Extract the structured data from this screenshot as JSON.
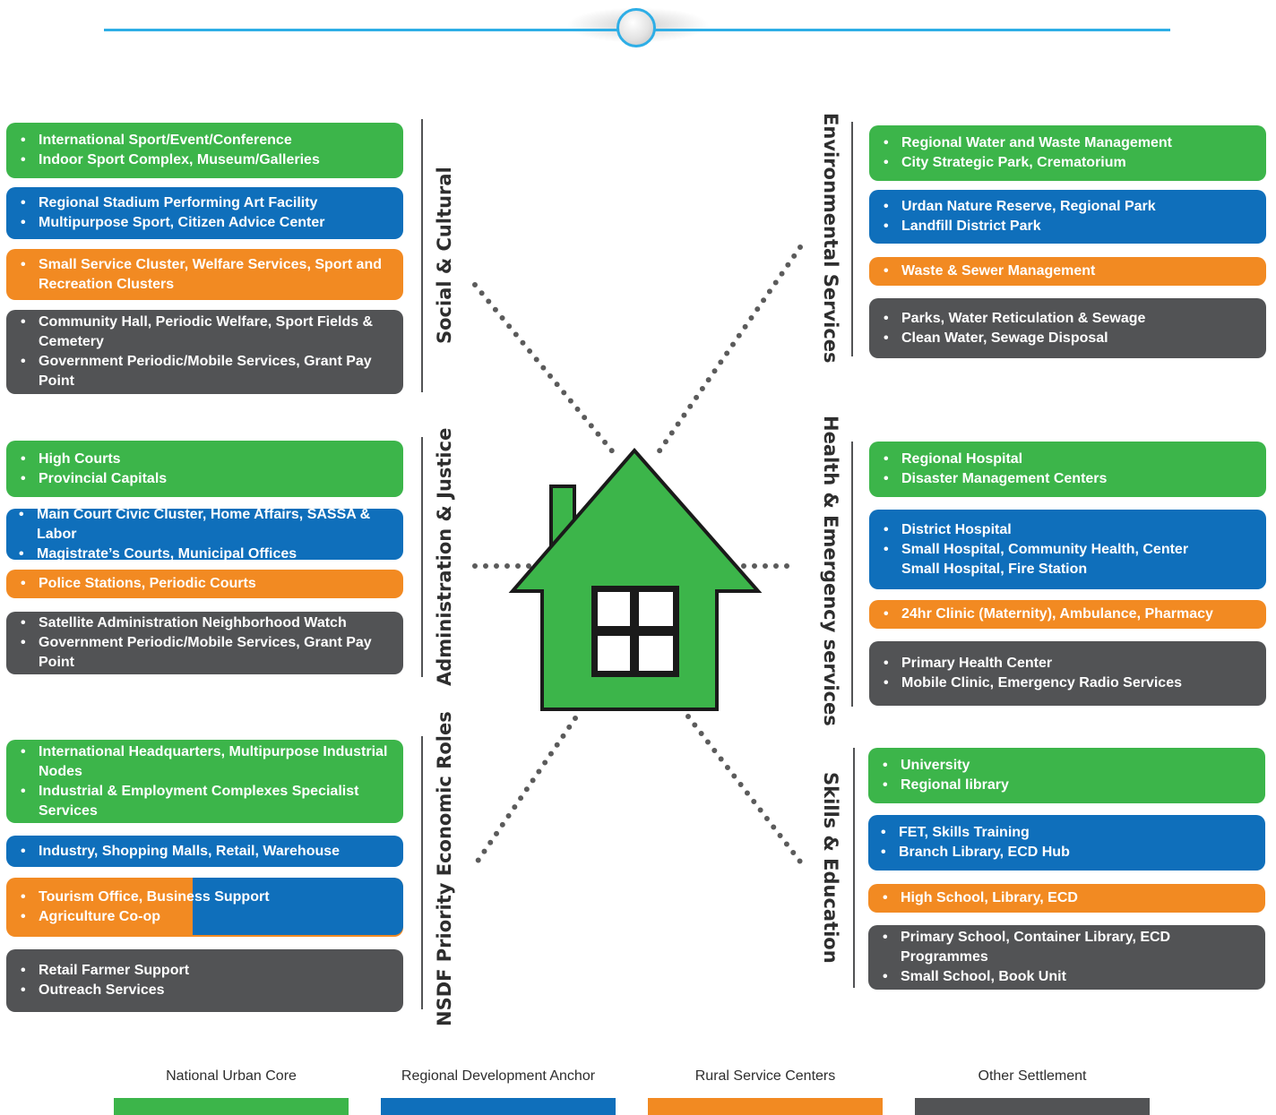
{
  "categories": {
    "social": "Social & Cultural",
    "admin": "Administration & Justice",
    "economic": "NSDF Priority Economic Roles",
    "environmental": "Environmental Services",
    "health": "Health & Emergency services",
    "skills": "Skills & Education"
  },
  "social": {
    "green": [
      "International Sport/Event/Conference",
      "Indoor Sport Complex, Museum/Galleries"
    ],
    "blue": [
      "Regional Stadium Performing Art Facility",
      "Multipurpose Sport, Citizen Advice Center"
    ],
    "orange": [
      "Small Service Cluster, Welfare Services, Sport and Recreation Clusters"
    ],
    "gray": [
      "Community Hall, Periodic Welfare, Sport Fields & Cemetery",
      "Government Periodic/Mobile Services, Grant Pay Point"
    ]
  },
  "admin": {
    "green": [
      "High Courts",
      "Provincial Capitals"
    ],
    "blue": [
      "Main Court Civic Cluster, Home Affairs, SASSA & Labor",
      "Magistrate’s Courts, Municipal Offices"
    ],
    "orange": [
      "Police Stations, Periodic Courts"
    ],
    "gray": [
      "Satellite Administration Neighborhood Watch",
      "Government Periodic/Mobile Services, Grant Pay Point"
    ]
  },
  "economic": {
    "green": [
      "International Headquarters, Multipurpose Industrial Nodes",
      "Industrial & Employment Complexes Specialist Services"
    ],
    "blue": [
      "Industry, Shopping Malls, Retail, Warehouse"
    ],
    "orange": [
      "Tourism Office, Business Support",
      "Agriculture Co-op"
    ],
    "gray": [
      "Retail Farmer Support",
      "Outreach Services"
    ]
  },
  "environmental": {
    "green": [
      "Regional Water and Waste Management",
      "City Strategic Park, Crematorium"
    ],
    "blue": [
      "Urdan Nature Reserve, Regional Park",
      "Landfill District Park"
    ],
    "orange": [
      "Waste & Sewer Management"
    ],
    "gray": [
      "Parks, Water Reticulation & Sewage",
      "Clean Water, Sewage Disposal"
    ]
  },
  "health": {
    "green": [
      "Regional Hospital",
      "Disaster Management Centers"
    ],
    "blue": [
      "District Hospital",
      "Small Hospital, Community Health, Center",
      "Small Hospital, Fire Station"
    ],
    "orange": [
      "24hr Clinic (Maternity), Ambulance, Pharmacy"
    ],
    "gray": [
      "Primary Health Center",
      "Mobile Clinic, Emergency Radio Services"
    ]
  },
  "skills": {
    "green": [
      "University",
      "Regional library"
    ],
    "blue": [
      "FET, Skills Training",
      "Branch Library, ECD Hub"
    ],
    "orange": [
      "High School, Library, ECD"
    ],
    "gray": [
      "Primary School, Container Library, ECD Programmes",
      "Small School, Book Unit"
    ]
  },
  "legend": [
    {
      "label": "National Urban Core",
      "color": "#3cb54a"
    },
    {
      "label": "Regional Development Anchor",
      "color": "#0f6fbb"
    },
    {
      "label": "Rural Service Centers",
      "color": "#f28a22"
    },
    {
      "label": "Other Settlement",
      "color": "#525355"
    }
  ],
  "colors": {
    "green": "#3cb54a",
    "blue": "#0f6fbb",
    "orange": "#f28a22",
    "gray": "#525355",
    "accent": "#2eaee6"
  }
}
